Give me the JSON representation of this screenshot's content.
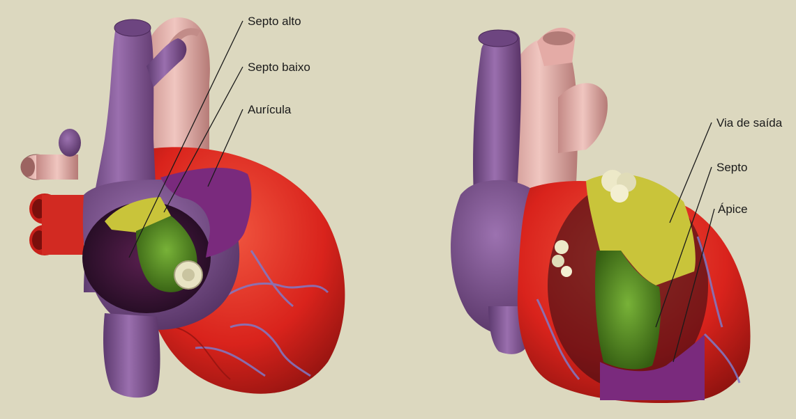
{
  "figure": {
    "background": "#dcd8bf",
    "colors": {
      "vein_purple": "#7d4f8d",
      "vein_purple_dark": "#4c2a5a",
      "muscle_red": "#d9231c",
      "muscle_red_dark": "#8c120f",
      "artery_pink": "#e4aba6",
      "vessel_blue": "#7f7ac8",
      "zone_yellow": "#c9c43a",
      "zone_green": "#4e8a20",
      "zone_purple": "#7a2a7d",
      "valve_cream": "#e8e4c4"
    },
    "left_heart": {
      "labels": {
        "upper_septum": "Septo alto",
        "lower_septum": "Septo baixo",
        "auricle": "Aurícula"
      }
    },
    "right_heart": {
      "labels": {
        "outflow_tract": "Via de saída",
        "septum": "Septo",
        "apex": "Ápice"
      }
    }
  }
}
